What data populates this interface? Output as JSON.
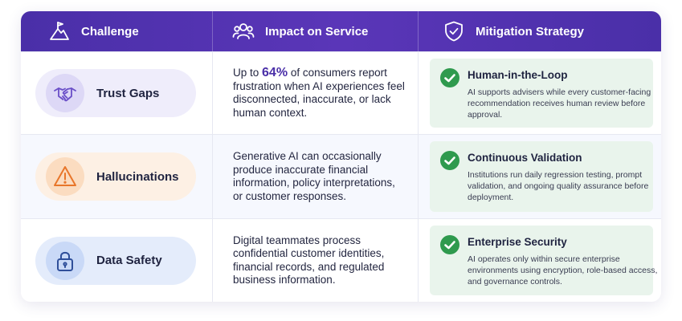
{
  "header": {
    "challenge": "Challenge",
    "impact": "Impact on Service",
    "mitigation": "Mitigation Strategy",
    "icons": [
      "mountain-flag-icon",
      "people-group-icon",
      "shield-check-icon"
    ]
  },
  "rows": [
    {
      "challenge": {
        "label": "Trust Gaps",
        "icon": "handshake-icon",
        "color": "#6a4fc8"
      },
      "impact": {
        "prefix": "Up to ",
        "highlight": "64%",
        "suffix": " of consumers report frustration when AI experiences feel disconnected, inaccurate, or lack human context."
      },
      "mitigation": {
        "title": "Human-in-the-Loop",
        "description": "AI supports advisers while every customer-facing recommendation receives human review before approval."
      }
    },
    {
      "challenge": {
        "label": "Hallucinations",
        "icon": "warning-triangle-icon",
        "color": "#e8762a"
      },
      "impact": {
        "text": "Generative AI can occasionally produce inaccurate financial information, policy interpretations, or customer responses."
      },
      "mitigation": {
        "title": "Continuous Validation",
        "description": "Institutions run daily regression testing, prompt validation, and ongoing quality assurance before deployment."
      }
    },
    {
      "challenge": {
        "label": "Data Safety",
        "icon": "padlock-icon",
        "color": "#2f4f9a"
      },
      "impact": {
        "text": "Digital teammates process confidential customer identities, financial records, and regulated business information."
      },
      "mitigation": {
        "title": "Enterprise Security",
        "description": "AI operates only within secure enterprise environments using encryption, role-based access, and governance controls."
      }
    }
  ],
  "colors": {
    "header": "#4a2fa8",
    "highlight": "#4a2fa8",
    "check": "#2f9a4e",
    "mitigation_bg": "#e9f4ec"
  }
}
